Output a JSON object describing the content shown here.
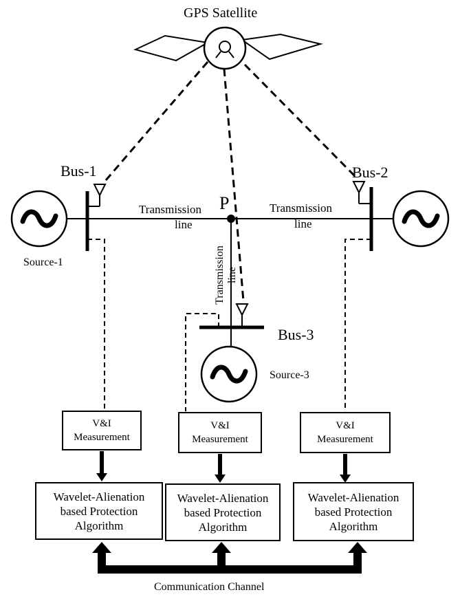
{
  "satellite": {
    "label": "GPS Satellite"
  },
  "buses": {
    "bus1": "Bus-1",
    "bus2": "Bus-2",
    "bus3": "Bus-3"
  },
  "sources": {
    "source1": "Source-1",
    "source3": "Source-3",
    "symbol": "~"
  },
  "node": {
    "label": "P"
  },
  "lines": {
    "left": {
      "line1": "Transmission",
      "line2": "line"
    },
    "right": {
      "line1": "Transmission",
      "line2": "line"
    },
    "vertical": {
      "line1": "Transmission",
      "line2": "line"
    }
  },
  "measurement_boxes": [
    {
      "line1": "V&I",
      "line2": "Measurement"
    },
    {
      "line1": "V&I",
      "line2": "Measurement"
    },
    {
      "line1": "V&I",
      "line2": "Measurement"
    }
  ],
  "algorithm_boxes": [
    {
      "line1": "Wavelet-Alienation",
      "line2": "based Protection",
      "line3": "Algorithm"
    },
    {
      "line1": "Wavelet-Alienation",
      "line2": "based Protection",
      "line3": "Algorithm"
    },
    {
      "line1": "Wavelet-Alienation",
      "line2": "based Protection",
      "line3": "Algorithm"
    }
  ],
  "channel": {
    "label": "Communication Channel"
  }
}
